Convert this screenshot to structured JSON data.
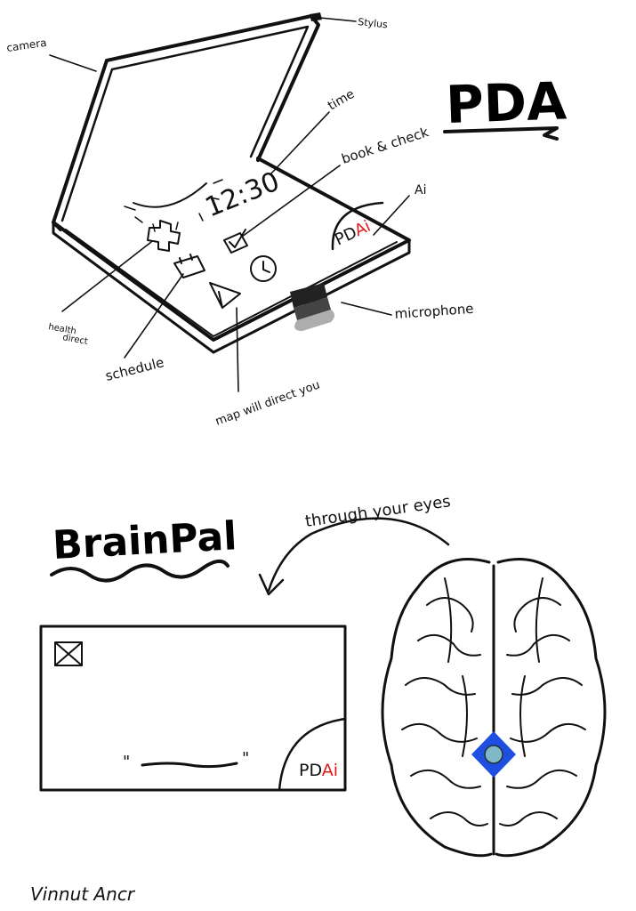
{
  "pda": {
    "title": "PDA",
    "labels": {
      "stylus": "Stylus",
      "camera": "camera",
      "time": "time",
      "book_check": "book & check",
      "ai": "Ai",
      "clock": "12:30",
      "microphone": "microphone",
      "health_line1": "health",
      "health_line2": "direct",
      "schedule": "schedule",
      "map": "map will direct you"
    },
    "logo": {
      "pd": "PD",
      "ai": "Ai"
    }
  },
  "brainpal": {
    "title": "BrainPal",
    "through": "through your eyes",
    "quote_open": "\"",
    "quote_close": "\"",
    "logo": {
      "pd": "PD",
      "ai": "Ai"
    }
  },
  "signature": "Vinnut Ancr",
  "colors": {
    "ink": "#111111",
    "ai_red": "#e01b1b",
    "chip_blue": "#1f4fe0",
    "chip_core": "#7fb9c9"
  }
}
